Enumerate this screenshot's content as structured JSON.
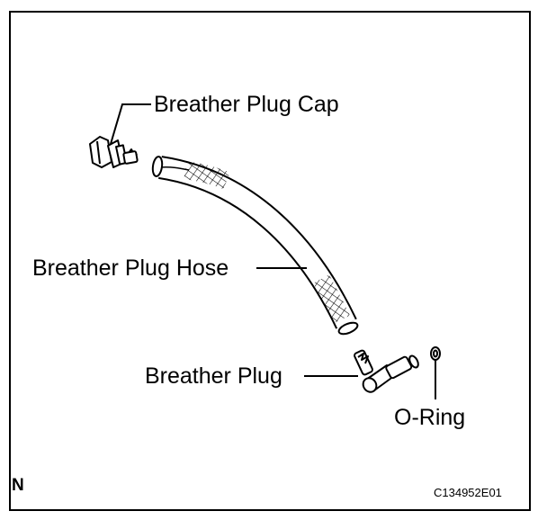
{
  "figure": {
    "labels": {
      "breather_plug_cap": "Breather Plug Cap",
      "breather_plug_hose": "Breather Plug Hose",
      "breather_plug": "Breather Plug",
      "o_ring": "O-Ring"
    },
    "corner_letter": "N",
    "figure_code": "C134952E01"
  }
}
